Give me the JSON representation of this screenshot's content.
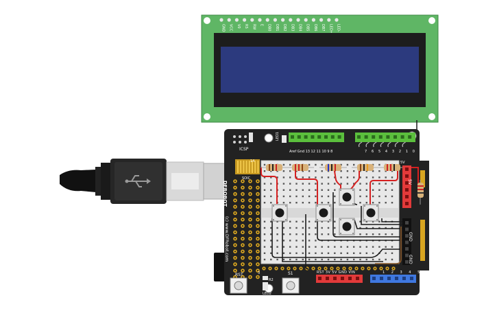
{
  "lcd": {
    "pins": [
      "GND",
      "VCC",
      "V0",
      "RS",
      "RW",
      "E",
      "DB0",
      "DB1",
      "DB2",
      "DB3",
      "DB4",
      "DB5",
      "DB6",
      "DB7",
      "LED+",
      "LED-"
    ]
  },
  "shield": {
    "brand": "DFROBOT",
    "website": "(c) www.DFRobot.com",
    "icsp": "ICSP",
    "soic": "SOIC",
    "top_header_left": "Aref Gnd 13 12 11 10 9 8",
    "top_header_right": "7 6 5 4 3 2 1 0",
    "led_top": "LED1",
    "rst_label": "RST",
    "s1_label": "S1",
    "led2_label": "LED2",
    "r2_label": "R2",
    "power_header": "RST 3V 5V GND VIN",
    "analog_header": "1 2 3 4 5",
    "side_labels": [
      "GND",
      "GND",
      "5V"
    ],
    "num_14": "14",
    "num_5v": "5V"
  },
  "colors": {
    "lcd_pcb": "#5fb665",
    "lcd_screen": "#2c3a7e",
    "shield_pcb": "#222222",
    "header_green": "#5bbf3d",
    "header_red": "#e23a3a",
    "header_blue": "#3f78e0",
    "breadboard": "#e8e8e8",
    "wire_red": "#d62020",
    "wire_black": "#1b1b1b"
  }
}
